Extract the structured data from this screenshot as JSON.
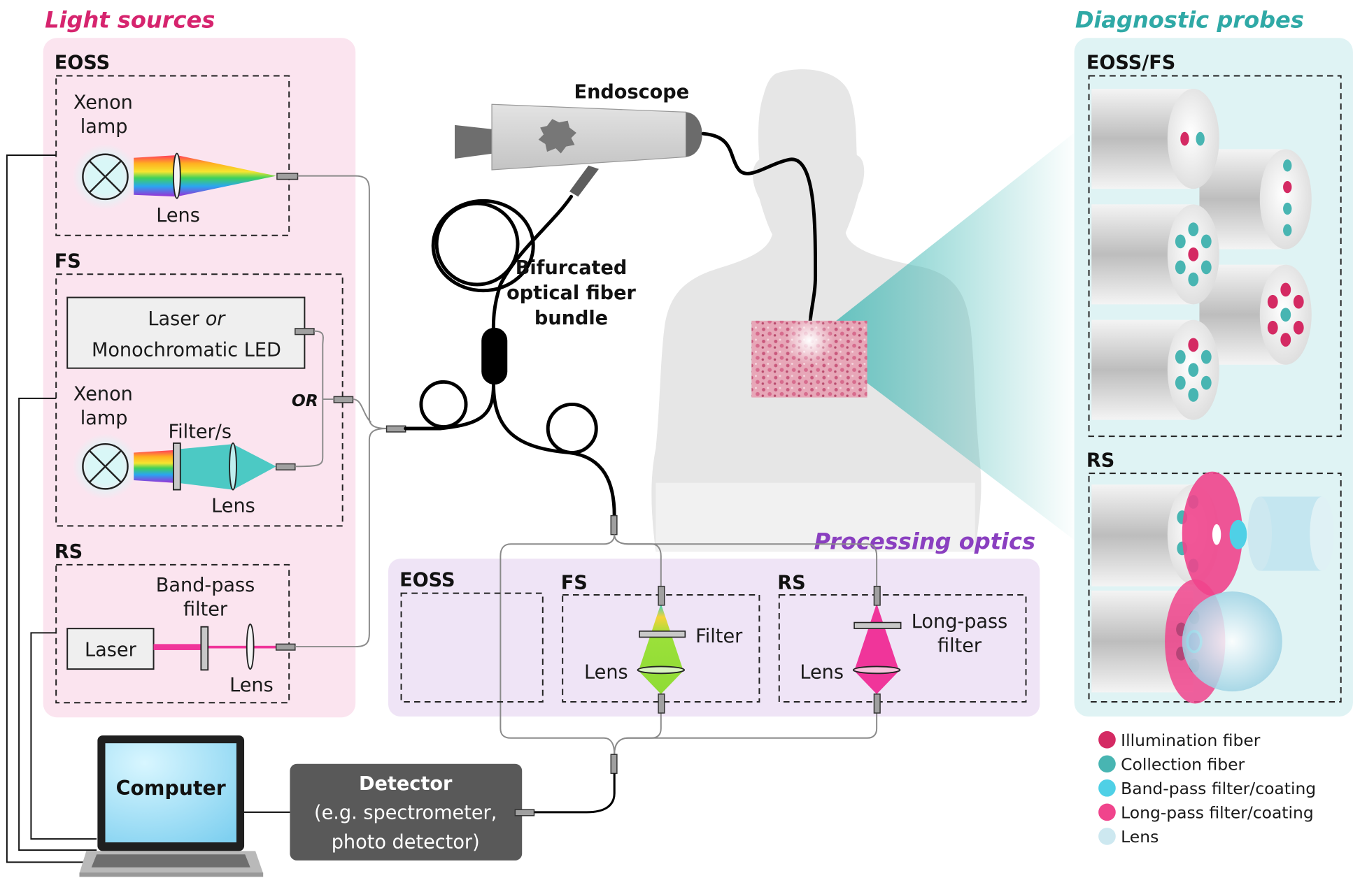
{
  "sections": {
    "light_sources": {
      "title": "Light sources",
      "title_color": "#d6246e",
      "panel_color": "#fbe4ef",
      "eoss": {
        "label": "EOSS",
        "lamp_label_1": "Xenon",
        "lamp_label_2": "lamp",
        "lens_label": "Lens"
      },
      "fs": {
        "label": "FS",
        "source_line_1": "Laser ",
        "source_line_1_italic": "or",
        "source_line_2": "Monochromatic LED",
        "lamp_label_1": "Xenon",
        "lamp_label_2": "lamp",
        "filter_label": "Filter/s",
        "lens_label": "Lens",
        "or_label": "OR"
      },
      "rs": {
        "label": "RS",
        "laser_label": "Laser",
        "filter_label_1": "Band-pass",
        "filter_label_2": "filter",
        "lens_label": "Lens"
      }
    },
    "center": {
      "endoscope_label": "Endoscope",
      "bundle_label_1": "Bifurcated",
      "bundle_label_2": "optical fiber",
      "bundle_label_3": "bundle"
    },
    "processing_optics": {
      "title": "Processing optics",
      "title_color": "#8a3fc0",
      "panel_color": "#efe4f6",
      "eoss": {
        "label": "EOSS"
      },
      "fs": {
        "label": "FS",
        "filter_label": "Filter",
        "lens_label": "Lens"
      },
      "rs": {
        "label": "RS",
        "filter_label_1": "Long-pass",
        "filter_label_2": "filter",
        "lens_label": "Lens"
      }
    },
    "computer": {
      "label": "Computer"
    },
    "detector": {
      "title": "Detector",
      "subtitle_1": "(e.g. spectrometer,",
      "subtitle_2": "photo detector)"
    },
    "diagnostic_probes": {
      "title": "Diagnostic probes",
      "title_color": "#2fa9a6",
      "panel_color": "#dff3f4",
      "eoss_fs": {
        "label": "EOSS/FS"
      },
      "rs": {
        "label": "RS"
      }
    }
  },
  "legend": [
    {
      "label": "Illumination fiber",
      "color": "#d42a63"
    },
    {
      "label": "Collection fiber",
      "color": "#48b5b2"
    },
    {
      "label": "Band-pass filter/coating",
      "color": "#4fd0e6"
    },
    {
      "label": "Long-pass filter/coating",
      "color": "#f0448c"
    },
    {
      "label": "Lens",
      "color": "#cde8f0"
    }
  ],
  "colors": {
    "illumination": "#d42a63",
    "collection": "#48b5b2",
    "laser_beam": "#f0359a",
    "fs_beam": "#4cc9c4",
    "fs_filtered": "#9be03a",
    "silhouette": "#e6e6e6",
    "detector_box": "#595959"
  }
}
